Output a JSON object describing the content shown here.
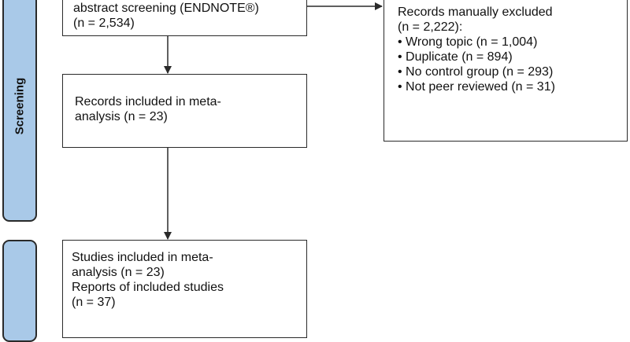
{
  "phases": {
    "screening": "Screening",
    "included": ""
  },
  "boxes": {
    "screening": {
      "lines": [
        "abstract screening (ENDNOTE®)",
        "(n = 2,534)"
      ]
    },
    "excluded": {
      "lines": [
        "Records manually excluded",
        "(n = 2,222):"
      ],
      "bullets": [
        "• Wrong topic (n = 1,004)",
        "• Duplicate (n = 894)",
        "• No control group (n = 293)",
        "• Not peer reviewed (n = 31)"
      ]
    },
    "records_included": {
      "lines": [
        "Records included in meta-",
        "analysis (n = 23)"
      ]
    },
    "studies_included": {
      "lines": [
        "Studies included in meta-",
        "analysis (n = 23)",
        "Reports of included studies",
        "(n = 37)"
      ]
    }
  },
  "colors": {
    "phase_fill": "#a9c9e8",
    "border": "#2a2a2a"
  }
}
